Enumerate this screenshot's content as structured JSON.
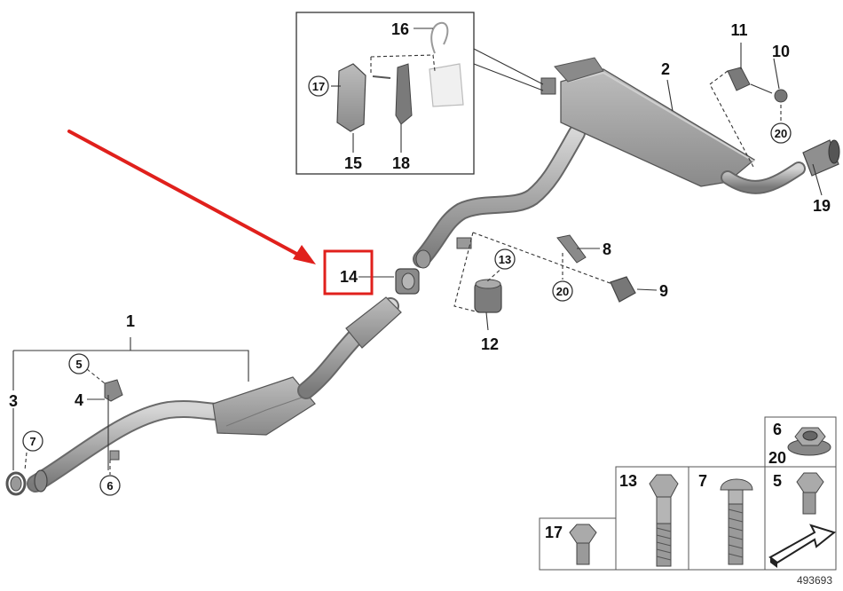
{
  "callouts": {
    "c1": "1",
    "c2": "2",
    "c3": "3",
    "c4": "4",
    "c5": "5",
    "c6": "6",
    "c7": "7",
    "c8": "8",
    "c9": "9",
    "c10": "10",
    "c11": "11",
    "c12": "12",
    "c13": "13",
    "c14": "14",
    "c15": "15",
    "c16": "16",
    "c17": "17",
    "c18": "18",
    "c19": "19",
    "c20a": "20",
    "c20b": "20"
  },
  "legend": {
    "l6": "6",
    "l20": "20",
    "l13": "13",
    "l7": "7",
    "l5": "5",
    "l17": "17"
  },
  "diagram_number": "493693",
  "colors": {
    "highlight": "#e0201c",
    "arrow": "#e0201c",
    "part_fill": "#a9a9a9",
    "part_stroke": "#666666",
    "line": "#333333"
  }
}
